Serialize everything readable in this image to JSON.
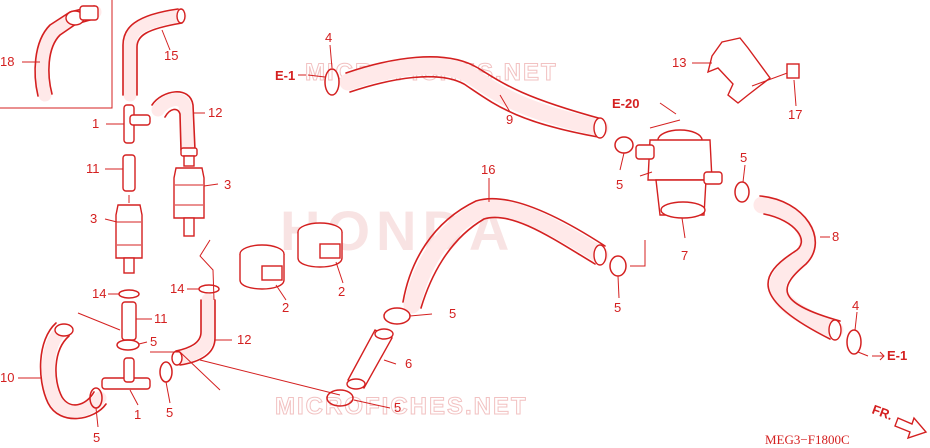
{
  "watermark": {
    "brand": "HONDA",
    "site": "MICROFICHES.NET"
  },
  "diagram_code": "MEG3−F1800C",
  "front_indicator": "FR.",
  "references": {
    "e1": "E-1",
    "e20": "E-20"
  },
  "callouts": {
    "c1": "1",
    "c2": "2",
    "c3": "3",
    "c4": "4",
    "c5": "5",
    "c6": "6",
    "c7": "7",
    "c8": "8",
    "c9": "9",
    "c10": "10",
    "c11": "11",
    "c12": "12",
    "c13": "13",
    "c14": "14",
    "c15": "15",
    "c16": "16",
    "c17": "17",
    "c18": "18"
  }
}
